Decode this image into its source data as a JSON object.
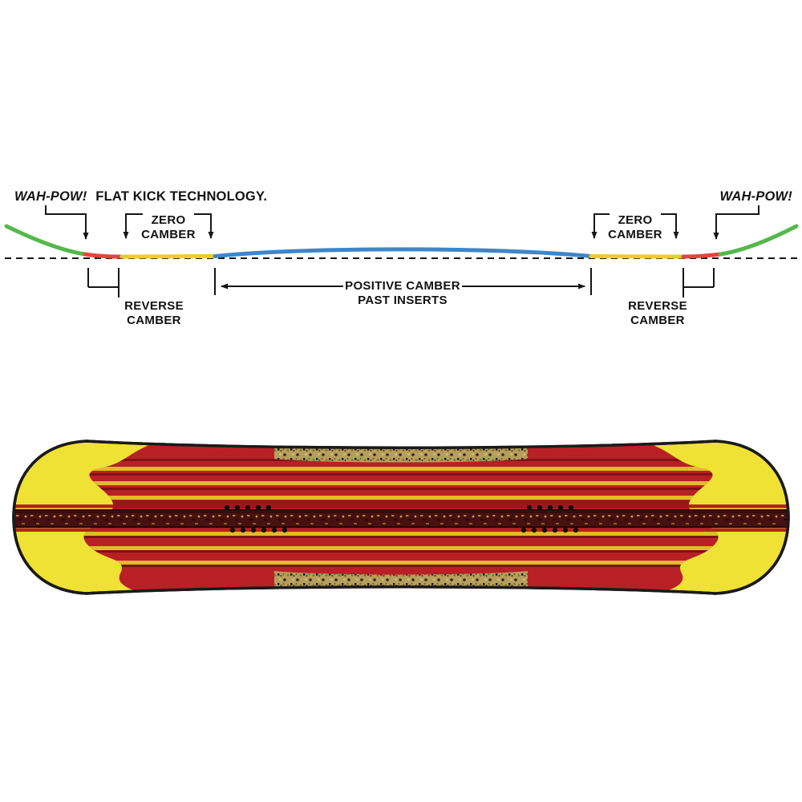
{
  "diagram": {
    "left_callout_brand": "WAH-POW!",
    "left_callout_text": "FLAT KICK TECHNOLOGY.",
    "right_callout_brand": "WAH-POW!",
    "zero_camber_line1": "ZERO",
    "zero_camber_line2": "CAMBER",
    "reverse_camber_line1": "REVERSE",
    "reverse_camber_line2": "CAMBER",
    "positive_camber_line1": "POSITIVE CAMBER",
    "positive_camber_line2": "PAST INSERTS",
    "colors": {
      "tip_green": "#55b84c",
      "reverse_red": "#e8433a",
      "zero_yellow": "#f0cd1e",
      "positive_blue": "#3e86c8",
      "line_black": "#151515"
    }
  },
  "board": {
    "colors": {
      "base_yellow": "#f0e135",
      "body_red": "#b92025",
      "stripe_yellow": "#e0bb2b",
      "edge_line_red": "#b92025",
      "center_band": "#4a1011",
      "cork_tan": "#b9a05e",
      "outline": "#1a1a1a",
      "insert_dot": "#0d0d0d"
    }
  }
}
